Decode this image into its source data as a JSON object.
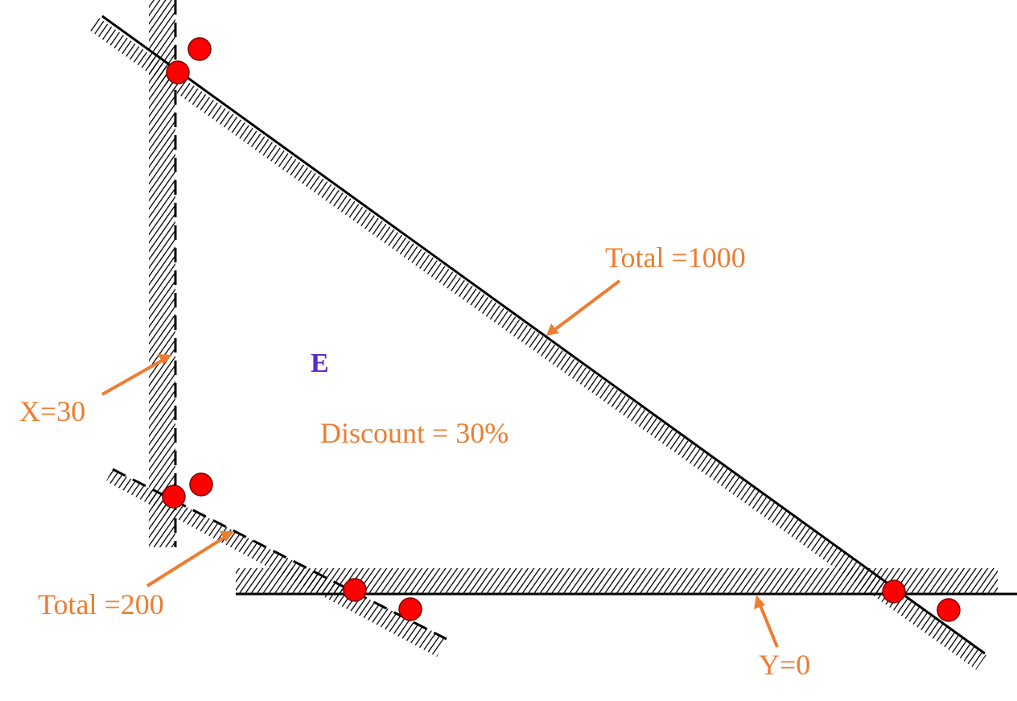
{
  "colors": {
    "line": "#000000",
    "hatch": "#000000",
    "label": "#ED7D31",
    "arrow": "#ED7D31",
    "point_fill": "#FF0000",
    "point_stroke": "#7A0000",
    "region_label": "#5B2BC4"
  },
  "constraints": {
    "x30": {
      "label": "X=30"
    },
    "total1000": {
      "label": "Total =1000"
    },
    "total200": {
      "label": "Total =200"
    },
    "y0": {
      "label": "Y=0"
    }
  },
  "region": {
    "name": "E",
    "caption": "Discount = 30%"
  }
}
